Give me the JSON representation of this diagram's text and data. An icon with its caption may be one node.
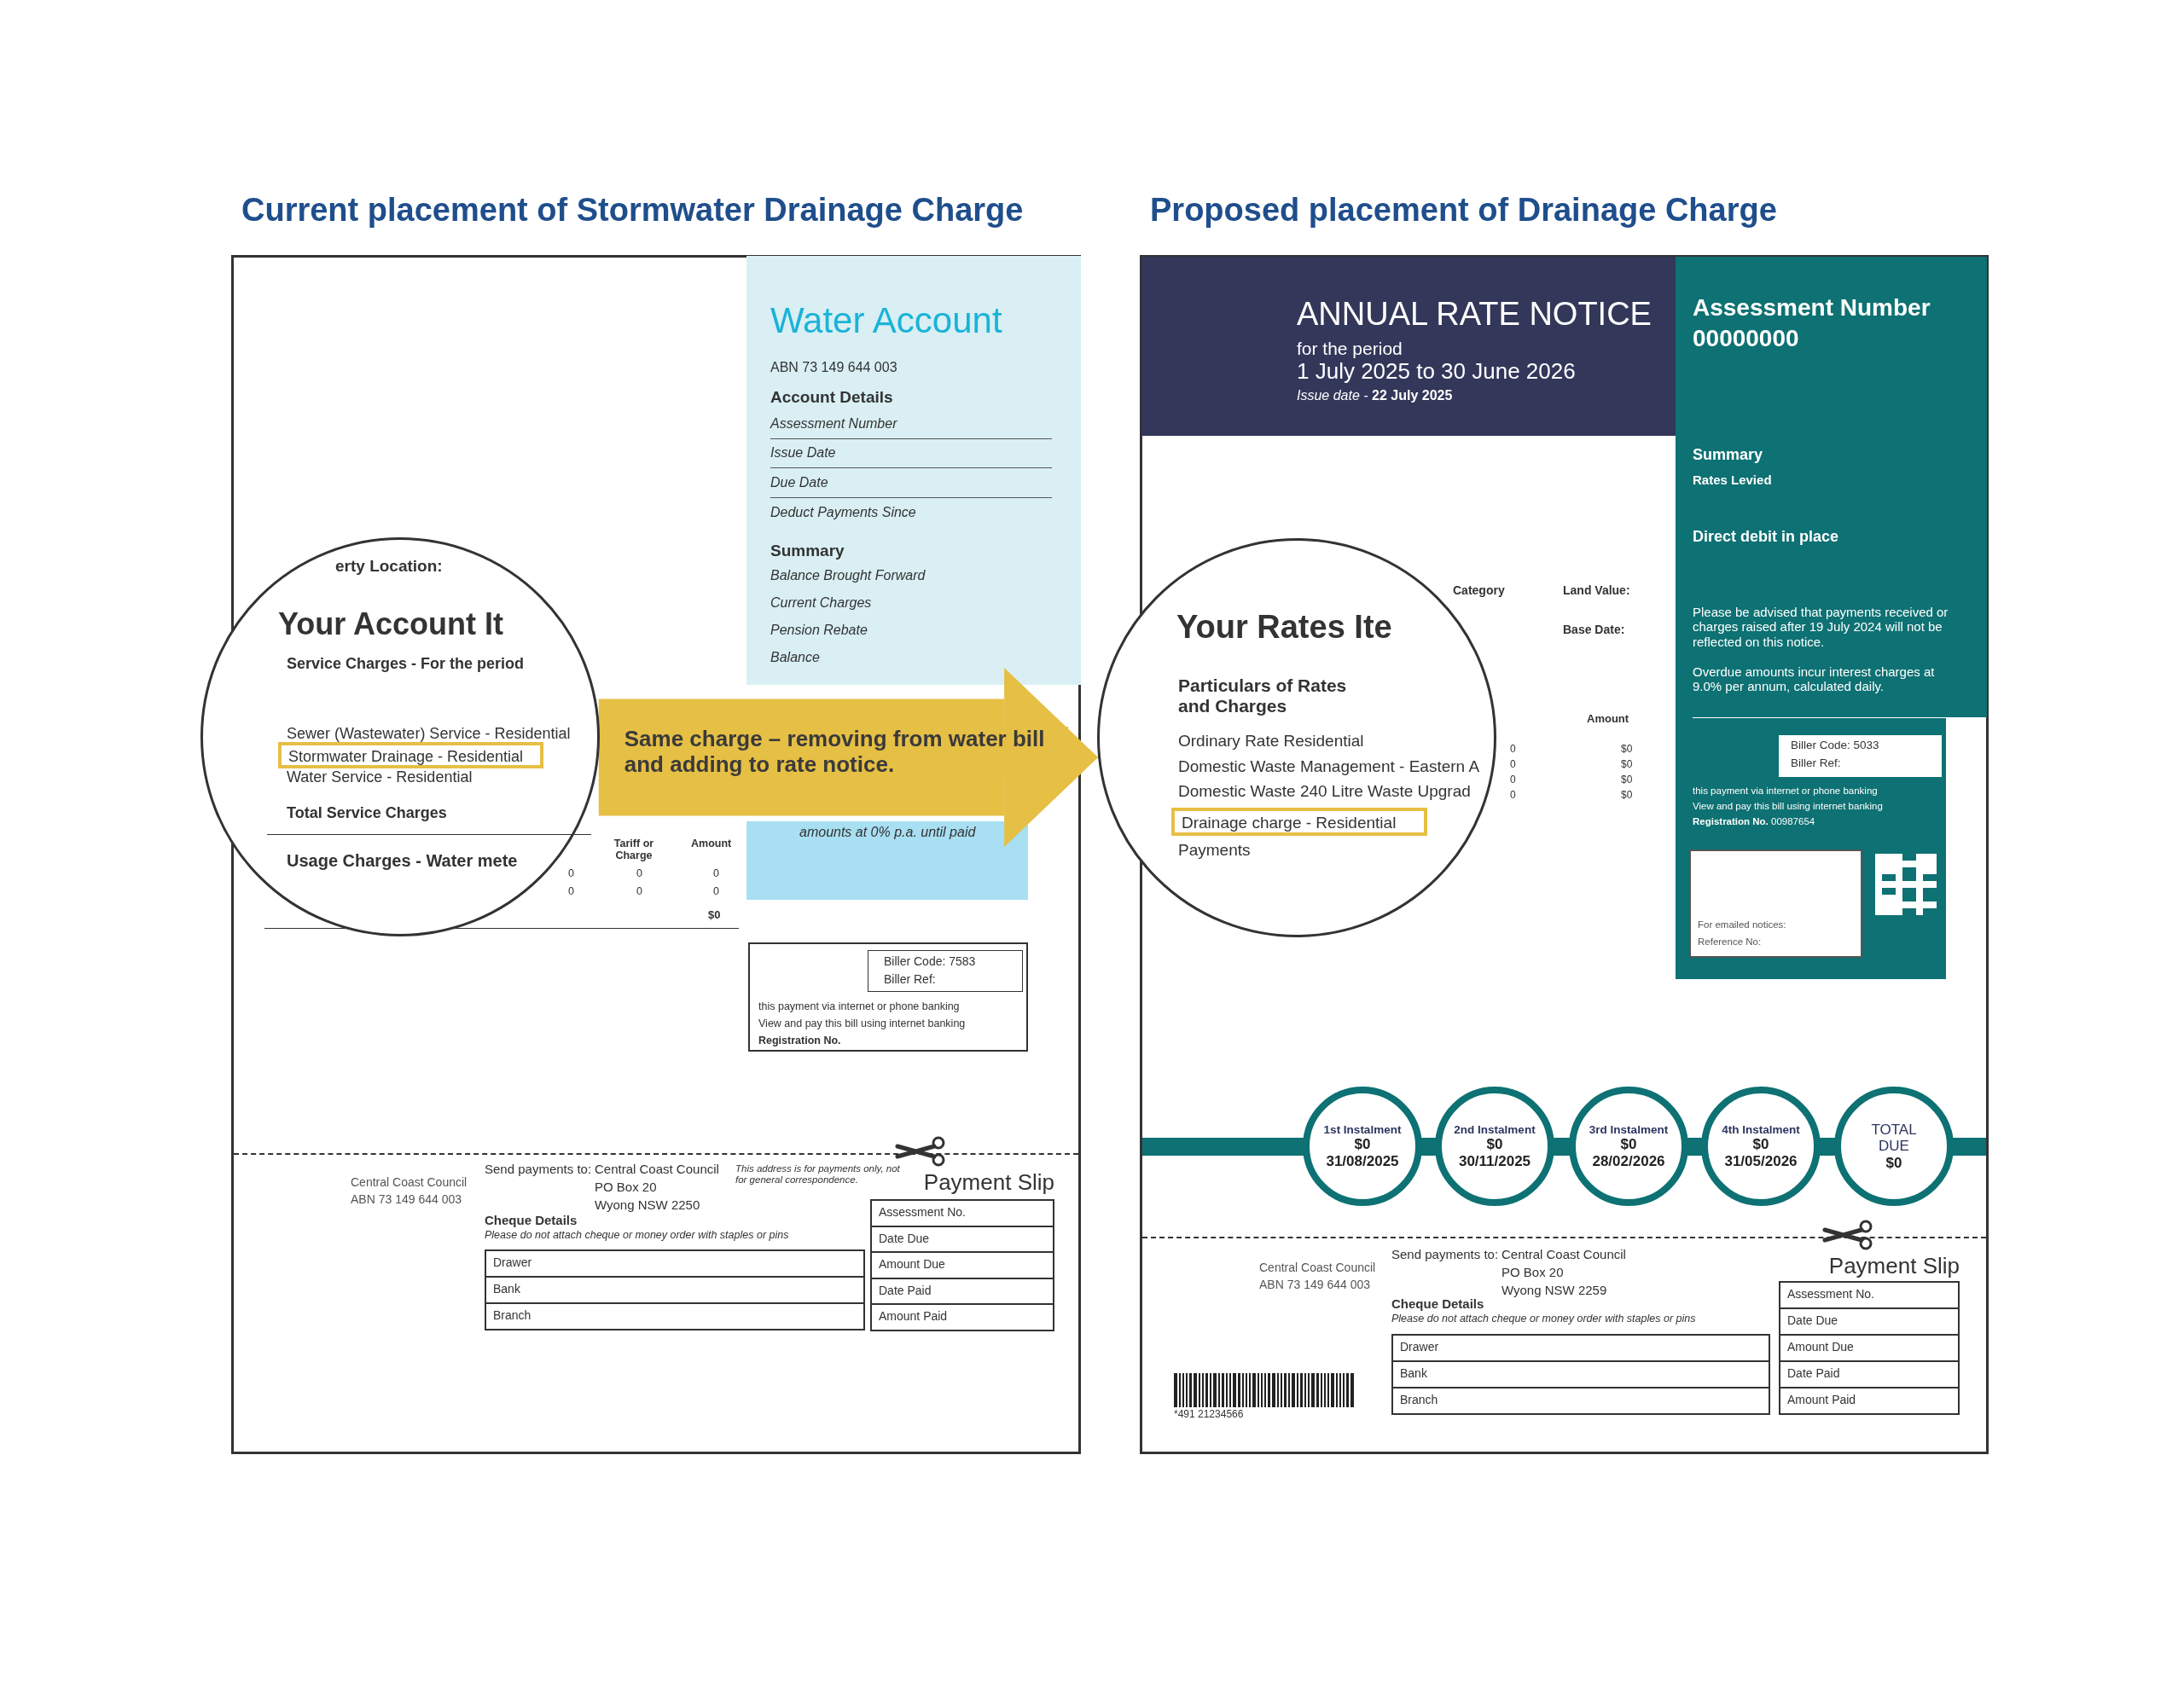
{
  "diagram": {
    "nodes": [
      {
        "text": [
          "Current placement of Stormwater Drainage Charge"
        ]
      },
      {
        "text": [
          "Water Account",
          "ABN 73 149 644 003",
          "Account Details",
          "Assessment Number",
          "Issue Date",
          "Due Date",
          "Deduct Payments Since",
          "Summary",
          "Balance Brought Forward",
          "Current Charges",
          "Pension Rebate",
          "Balance"
        ],
        "in": 0
      },
      {
        "text": [
          "amounts at 0% p.a. until paid"
        ],
        "in": 0
      },
      {
        "text": [
          "this payment via internet or phone banking",
          "View and pay this bill using internet banking",
          "Registration No."
        ],
        "in": 0
      },
      {
        "text": [
          "Biller Code: 7583",
          "Biller Ref:"
        ],
        "in": 3
      },
      {
        "text": [
          "Cheque Details",
          "Please do not attach cheque or money order with staples or pins",
          "Drawer",
          "Bank",
          "Branch"
        ],
        "in": 0
      },
      {
        "text": [
          "Payment Slip",
          "Assessment No.",
          "Date Due",
          "Amount Due",
          "Date Paid",
          "Amount Paid"
        ],
        "in": 0
      },
      {
        "text": [
          "erty Location:",
          "Your Account It",
          "Service Charges - For the period",
          "Sewer (Wastewater) Service - Residential",
          "Water Service - Residential",
          "Total Service Charges",
          "Usage Charges - Water mete"
        ]
      },
      {
        "text": [
          "Stormwater Drainage - Residential"
        ],
        "in": 7
      },
      {
        "text": [
          "Proposed placement of Drainage Charge"
        ]
      },
      {
        "text": [
          "ANNUAL RATE NOTICE",
          "for the period",
          "1 July 2025 to 30 June 2026",
          "*Issue date -* **22 July 2025**"
        ],
        "in": 9
      },
      {
        "text": [
          "Assessment Number",
          "00000000",
          "Summary",
          "Rates Levied",
          "Direct debit in place",
          "Please be advised that payments received or charges raised after 19 July 2024 will not be reflected on this notice.",
          "Overdue amounts incur interest charges at 9.0% per annum, calculated daily.",
          "this payment via internet or phone banking",
          "View and pay this bill using internet banking",
          "**Registration No.** 00987654"
        ],
        "in": 9
      },
      {
        "text": [
          "Biller Code: 5033",
          "Biller Ref:"
        ],
        "in": 11
      },
      {
        "text": [
          "For emailed notices:",
          "Reference No:"
        ],
        "in": 11
      },
      {
        "text": [
          "Your Rates Ite",
          "Particulars of Rates and Charges",
          "Ordinary Rate Residential",
          "Domestic Waste Management - Eastern A",
          "Domestic Waste 240 Litre Waste Upgrad",
          "Payments"
        ]
      },
      {
        "text": [
          "Drainage charge - Residential"
        ],
        "in": 14
      },
      {
        "text": [
          "1st Instalment",
          "$0",
          "31/08/2025"
        ],
        "in": 9
      },
      {
        "text": [
          "2nd Instalment",
          "$0",
          "30/11/2025"
        ],
        "in": 9
      },
      {
        "text": [
          "3rd Instalment",
          "$0",
          "28/02/2026"
        ],
        "in": 9
      },
      {
        "text": [
          "4th Instalment",
          "$0",
          "31/05/2026"
        ],
        "in": 9
      },
      {
        "text": [
          "TOTAL DUE",
          "$0"
        ],
        "in": 9
      },
      {
        "text": [
          "Cheque Details",
          "Please do not attach cheque or money order with staples or pins",
          "Drawer",
          "Bank",
          "Branch"
        ],
        "in": 9
      },
      {
        "text": [
          "Payment Slip",
          "Assessment No.",
          "Date Due",
          "Amount Due",
          "Date Paid",
          "Amount Paid"
        ],
        "in": 9
      }
    ],
    "edges": [
      {
        "from": 7,
        "to": 14,
        "arrow": "to",
        "label": "Same charge – removing from water bill and adding to rate notice."
      }
    ],
    "labels": [
      "Tariff or Charge",
      "Amount",
      "0",
      "0",
      "0",
      "0",
      "0",
      "0",
      "$0",
      "Central Coast Council",
      "ABN 73 149 644 003",
      "Send payments to:",
      "Central Coast Council",
      "PO Box 20",
      "Wyong NSW 2250",
      "This address is for payments only, not for general correspondence.",
      "Category",
      "Land Value:",
      "Base Date:",
      "Amount",
      "0",
      "$0",
      "0",
      "$0",
      "0",
      "$0",
      "0",
      "$0",
      "Central Coast Council",
      "ABN 73 149 644 003",
      "Send payments to:",
      "Central Coast Council",
      "PO Box 20",
      "Wyong NSW 2259",
      "*491 21234566"
    ]
  }
}
